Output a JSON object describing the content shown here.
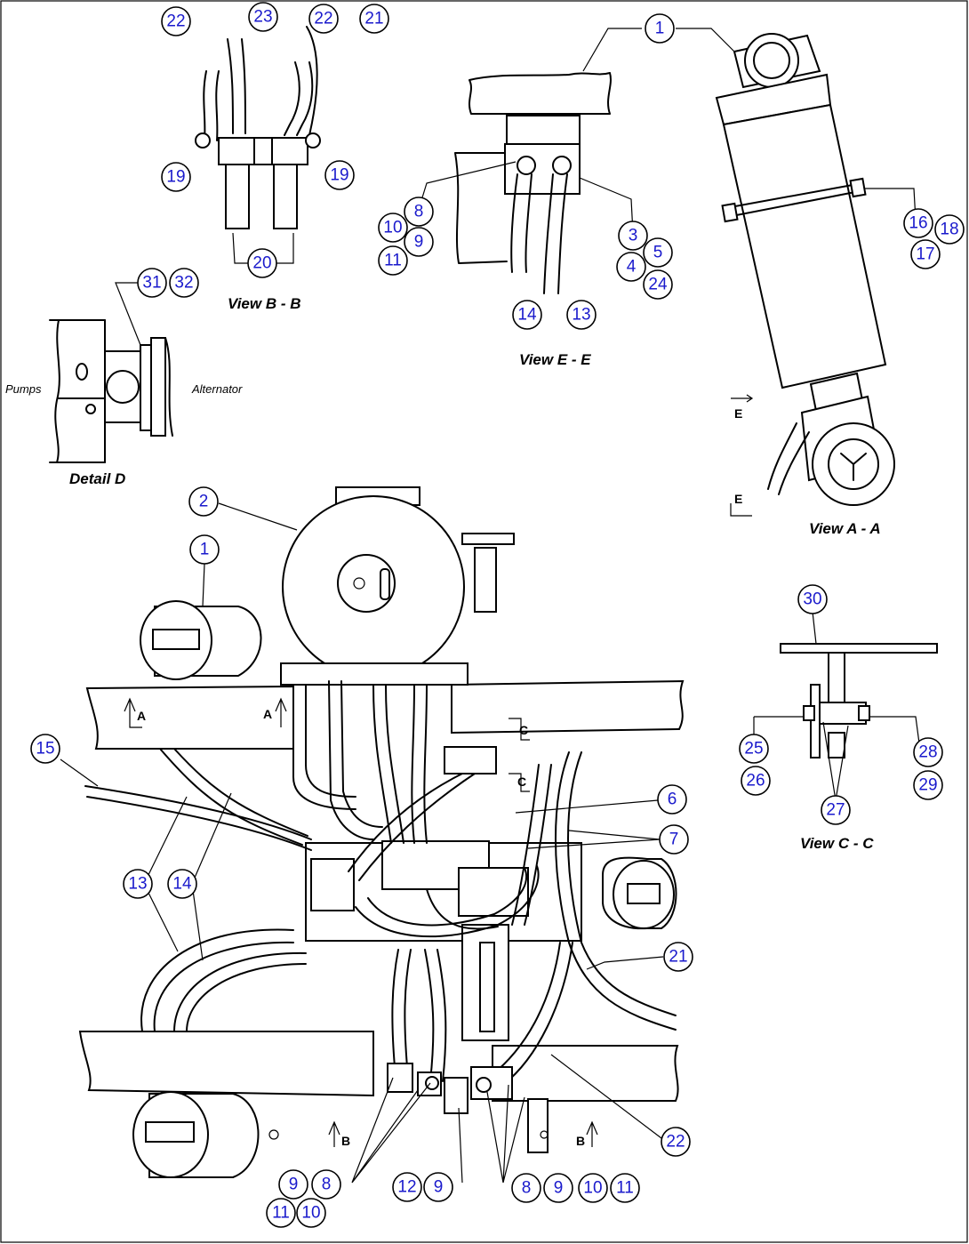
{
  "captions": {
    "view_bb": "View B - B",
    "view_ee": "View E - E",
    "view_aa": "View A - A",
    "view_cc": "View C - C",
    "detail_d": "Detail D"
  },
  "labels": {
    "pumps": "Pumps",
    "alternator": "Alternator"
  },
  "section_marks": {
    "a": "A",
    "b": "B",
    "c": "C",
    "e": "E"
  },
  "balloons": {
    "b1": "1",
    "b2": "1",
    "b3": "2",
    "b4": "3",
    "b5": "4",
    "b6": "5",
    "b7": "6",
    "b8": "7",
    "b9": "8",
    "b10": "8",
    "b11": "8",
    "b12": "9",
    "b13": "9",
    "b14": "9",
    "b15": "9",
    "b16": "10",
    "b17": "10",
    "b18": "10",
    "b19": "11",
    "b20": "11",
    "b21": "11",
    "b22": "12",
    "b23": "13",
    "b24": "13",
    "b25": "14",
    "b26": "14",
    "b27": "15",
    "b28": "16",
    "b29": "17",
    "b30": "18",
    "b31": "19",
    "b32": "19",
    "b33": "20",
    "b34": "21",
    "b35": "21",
    "b36": "22",
    "b37": "22",
    "b38": "22",
    "b39": "23",
    "b40": "24",
    "b41": "25",
    "b42": "26",
    "b43": "27",
    "b44": "28",
    "b45": "29",
    "b46": "30",
    "b47": "31",
    "b48": "32"
  }
}
